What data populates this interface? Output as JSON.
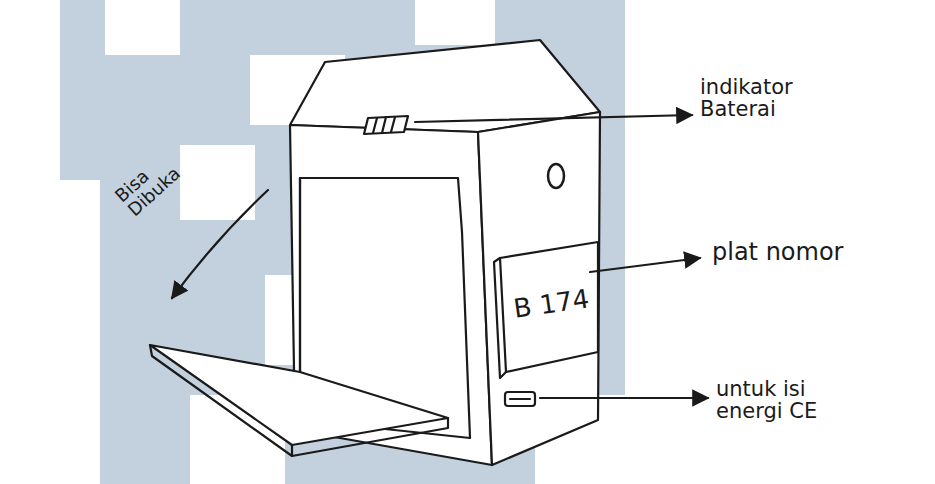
{
  "diagram": {
    "labels": [
      "indikator Baterai",
      "Bisa Dibuka",
      "plat nomor",
      "B 174",
      "untuk isi energi CE"
    ]
  }
}
